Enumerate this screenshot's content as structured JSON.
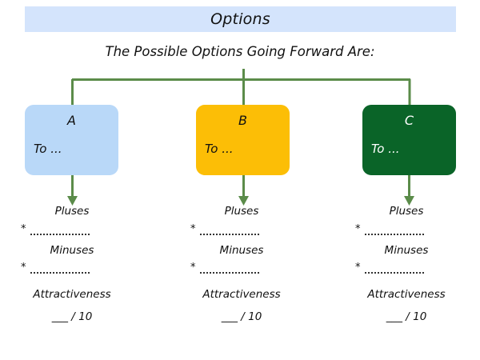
{
  "banner": {
    "title": "Options",
    "background_color": "#d4e4fc"
  },
  "subtitle": "The Possible Options Going Forward Are:",
  "connector": {
    "color": "#5b8c4a",
    "icon": "tree-connector"
  },
  "options": [
    {
      "letter": "A",
      "sub_label": "To ...",
      "color": "#b9d8f8",
      "text_color": "#111111",
      "arrow_icon": "down-arrow-icon"
    },
    {
      "letter": "B",
      "sub_label": "To ...",
      "color": "#fcbe06",
      "text_color": "#111111",
      "arrow_icon": "down-arrow-icon"
    },
    {
      "letter": "C",
      "sub_label": "To ...",
      "color": "#0a6428",
      "text_color": "#ffffff",
      "arrow_icon": "down-arrow-icon"
    }
  ],
  "details": {
    "pluses_label": "Pluses",
    "minuses_label": "Minuses",
    "attractiveness_label": "Attractiveness",
    "bullet_marker": "*",
    "score_value": "___ / 10"
  },
  "columns": [
    {
      "pluses_label": "Pluses",
      "minuses_label": "Minuses",
      "attractiveness_label": "Attractiveness",
      "bullet_marker": "*",
      "score_value": "___ / 10"
    },
    {
      "pluses_label": "Pluses",
      "minuses_label": "Minuses",
      "attractiveness_label": "Attractiveness",
      "bullet_marker": "*",
      "score_value": "___ / 10"
    },
    {
      "pluses_label": "Pluses",
      "minuses_label": "Minuses",
      "attractiveness_label": "Attractiveness",
      "bullet_marker": "*",
      "score_value": "___ / 10"
    }
  ]
}
